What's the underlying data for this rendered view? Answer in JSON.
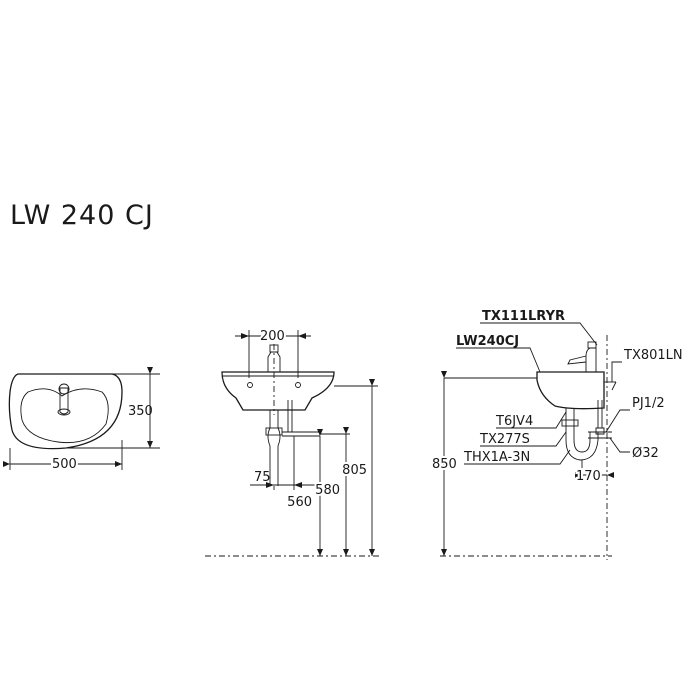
{
  "title": "LW 240 CJ",
  "top_view": {
    "width_label": "500",
    "depth_label": "350"
  },
  "front_view": {
    "hole_spacing_label": "200",
    "offset_label": "75",
    "height_labels": [
      "560",
      "580",
      "805"
    ]
  },
  "side_view": {
    "callouts": {
      "faucet": "TX111LRYR",
      "basin": "LW240CJ",
      "spout": "TX801LN",
      "supply": "PJ1/2",
      "valve": "T6JV4",
      "trap": "TX277S",
      "drain": "THX1A-3N",
      "pipe_diameter": "Ø32"
    },
    "height_label": "850",
    "depth_label": "170"
  }
}
